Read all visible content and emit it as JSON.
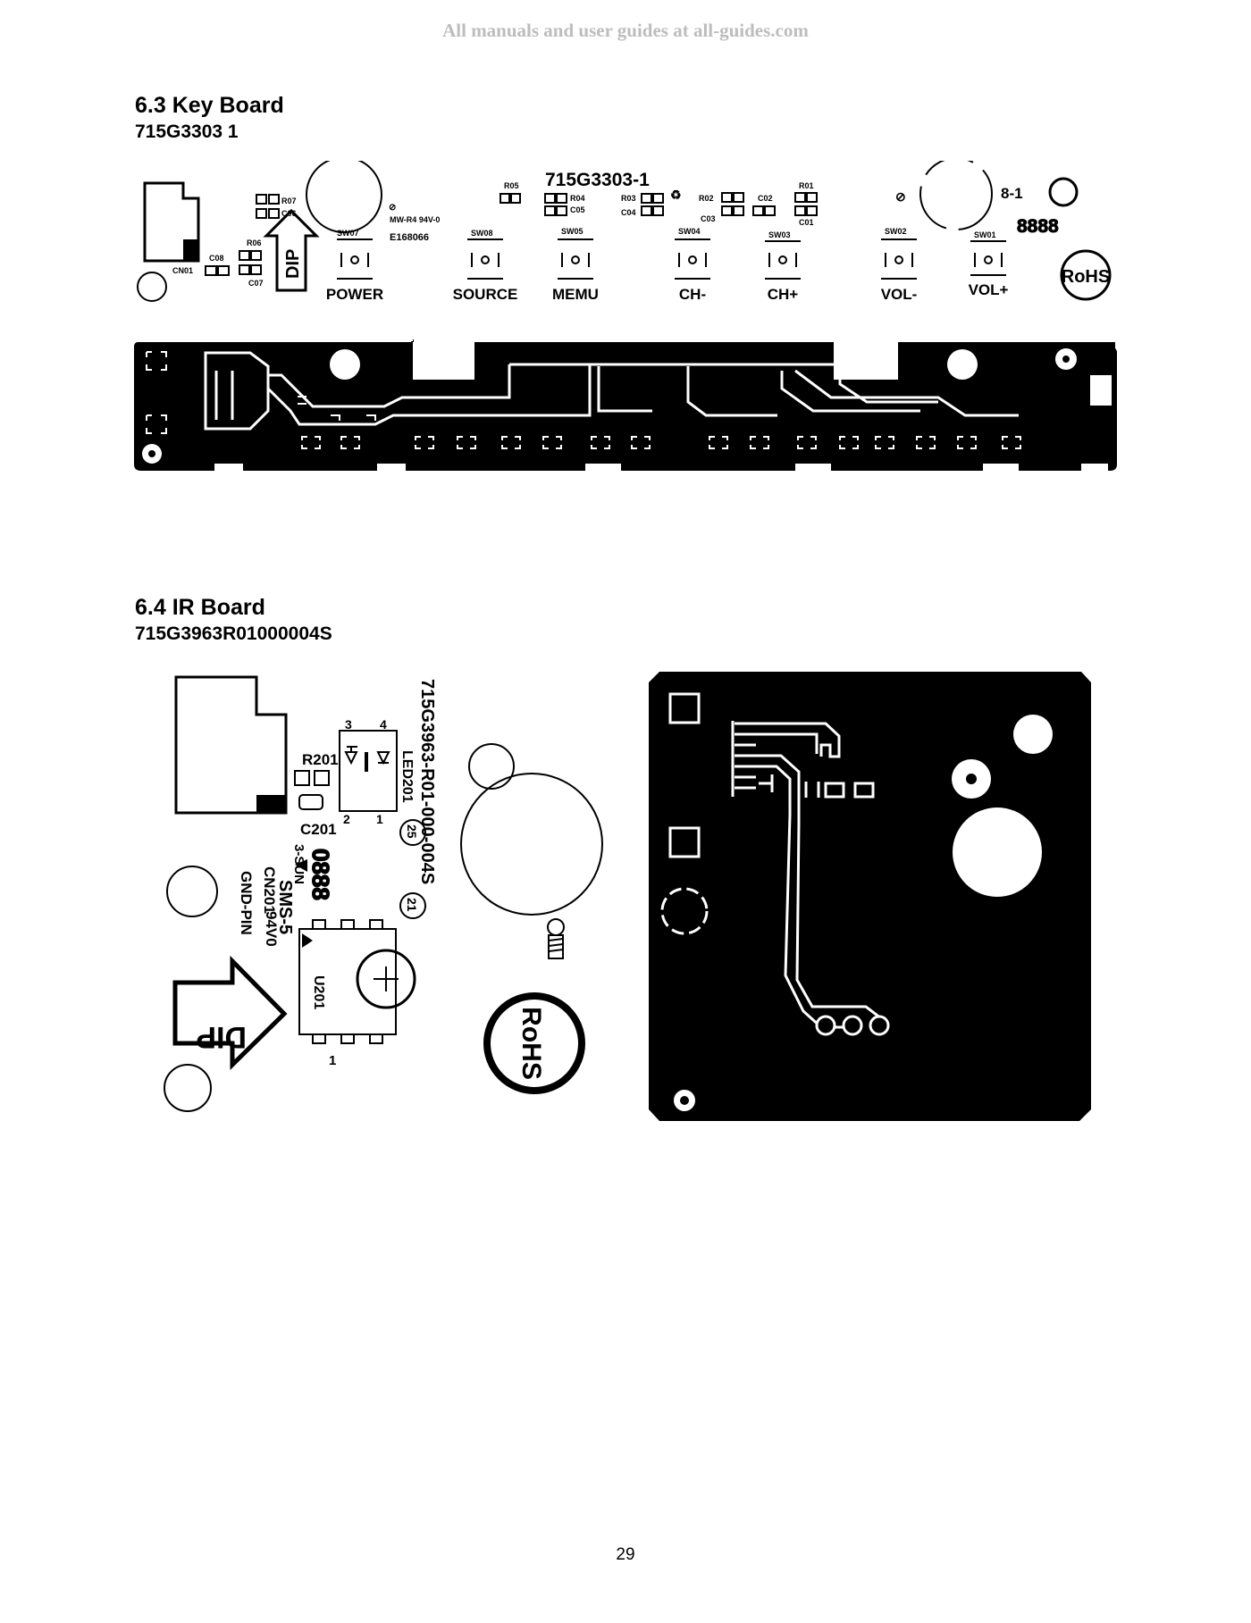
{
  "watermark": "All manuals and user guides at all-guides.com",
  "sections": [
    {
      "heading": "6.3 Key Board",
      "subheading": "715G3303    1"
    },
    {
      "heading": "6.4 IR Board",
      "subheading": "715G3963R01000004S"
    }
  ],
  "key_board": {
    "board_id": "715G3303-1",
    "keys": [
      {
        "ref": "SW07",
        "label": "POWER"
      },
      {
        "ref": "SW08",
        "label": "SOURCE"
      },
      {
        "ref": "SW05",
        "label": "MEMU"
      },
      {
        "ref": "SW04",
        "label": "CH-"
      },
      {
        "ref": "SW03",
        "label": "CH+"
      },
      {
        "ref": "SW02",
        "label": "VOL-"
      },
      {
        "ref": "SW01",
        "label": "VOL+"
      }
    ],
    "components": [
      "R07",
      "C06",
      "R05",
      "R04",
      "C05",
      "R03",
      "C04",
      "R02",
      "C02",
      "C03",
      "R01",
      "C01",
      "C08",
      "R06",
      "C07",
      "CN01"
    ],
    "marks": {
      "ul_line": "MW-R4 94V-0",
      "file_no": "E168066",
      "rev": "8-1",
      "date_code": "8888",
      "rohs": "RoHS",
      "dip": "DIP"
    }
  },
  "ir_board": {
    "board_id": "715G3963-R01-000-004S",
    "components": [
      "R201",
      "C201",
      "CN201",
      "LED201",
      "U201"
    ],
    "marks": {
      "vendor": "3-SUN",
      "model": "SMS-5",
      "rating": "94V0",
      "gnd_pin": "GND-PIN",
      "date_code": "0888",
      "circle_a": "25",
      "circle_b": "21",
      "pin_1": "1",
      "led_pins": [
        "3",
        "4",
        "2",
        "1"
      ],
      "rohs": "RoHS",
      "dip": "DIP"
    }
  },
  "page_number": "29"
}
